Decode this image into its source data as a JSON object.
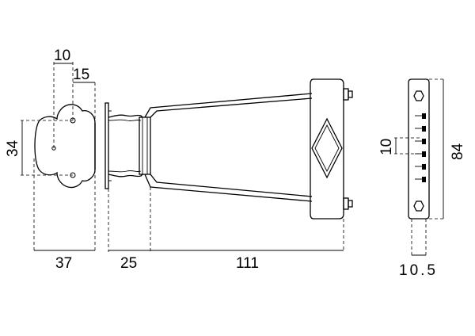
{
  "diagram": {
    "dimensions": {
      "base_top_width": "10",
      "base_offset": "15",
      "base_height": "34",
      "base_width": "37",
      "neck_length": "25",
      "frame_length": "111",
      "slot_spacing": "10",
      "total_height": "84",
      "end_thickness": "10.5"
    }
  }
}
